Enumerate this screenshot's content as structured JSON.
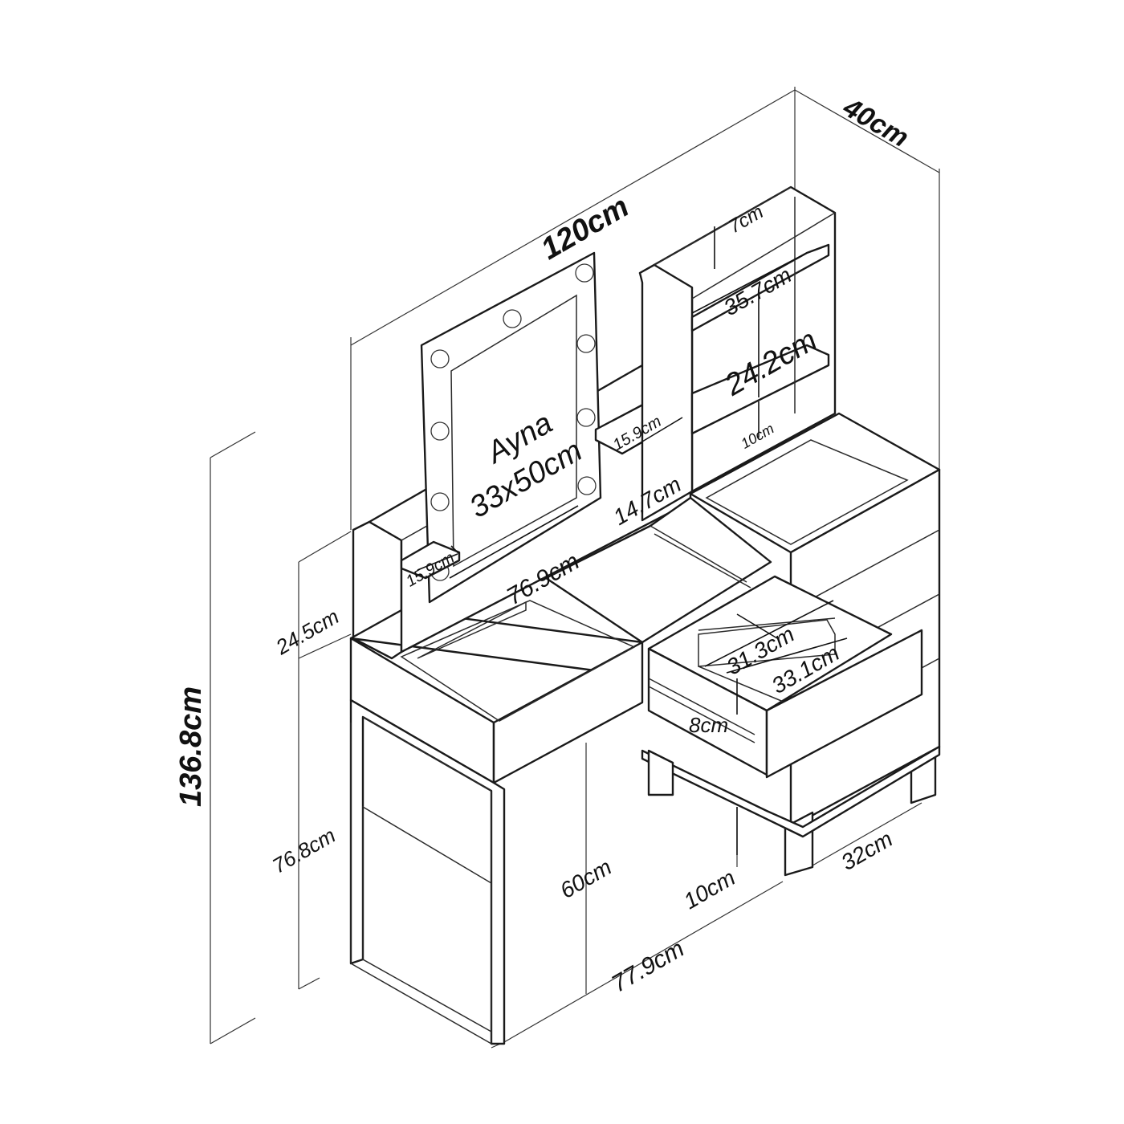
{
  "diagram": {
    "dimensions": {
      "total_width": "120cm",
      "depth": "40cm",
      "total_height": "136.8cm",
      "upper_height": "24.5cm",
      "lower_height": "76.8cm",
      "shelf_gap_top": "7cm",
      "shelf_width": "35.7cm",
      "shelf_gap_middle": "24.2cm",
      "shelf_gap_bottom": "10cm",
      "side_shelf_width": "15.9cm",
      "side_shelf_height": "14.7cm",
      "small_shelf_width": "15.9cm",
      "mirror_label": "Ayna",
      "mirror_size": "33x50cm",
      "desk_opening": "76.9cm",
      "drawer_inner_width": "31.3cm",
      "drawer_inner_depth": "33.1cm",
      "drawer_height": "8cm",
      "leg_height_left": "60cm",
      "leg_height_right": "10cm",
      "base_length": "77.9cm",
      "cabinet_depth": "32cm"
    }
  }
}
